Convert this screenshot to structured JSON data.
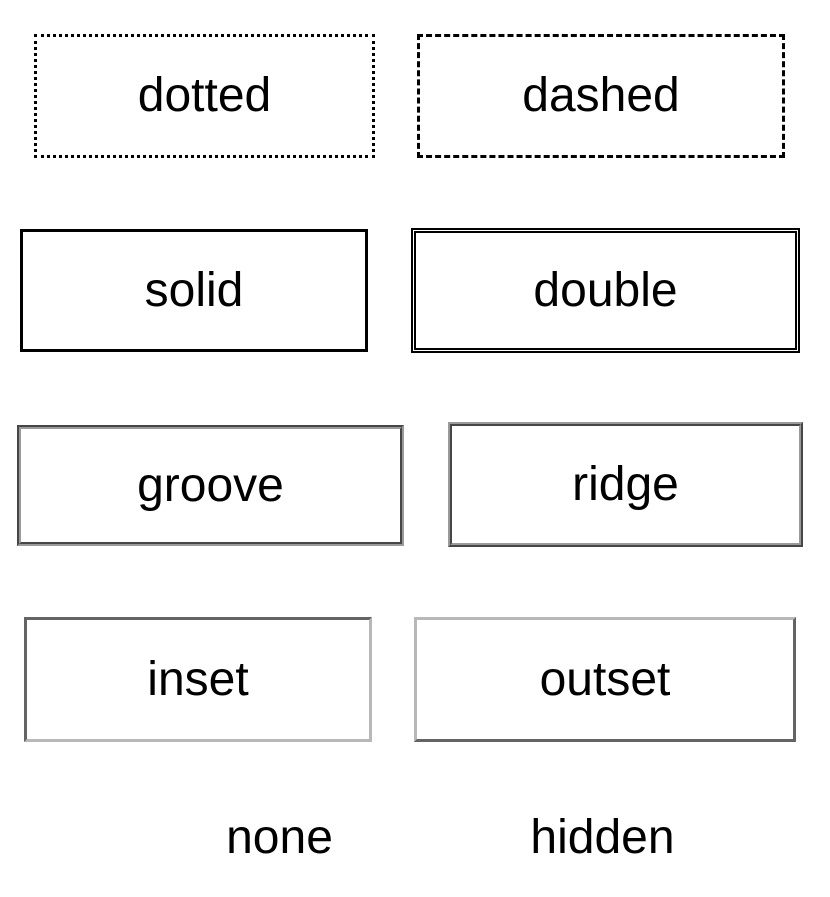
{
  "boxes": {
    "dotted": "dotted",
    "dashed": "dashed",
    "solid": "solid",
    "double": "double",
    "groove": "groove",
    "ridge": "ridge",
    "inset": "inset",
    "outset": "outset",
    "none": "none",
    "hidden": "hidden"
  }
}
